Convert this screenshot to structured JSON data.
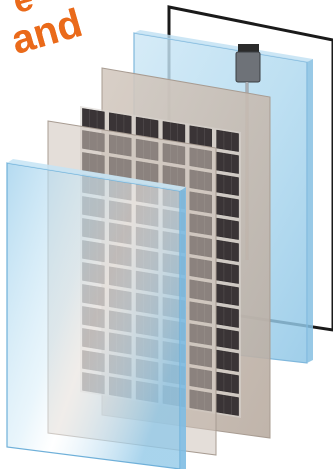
{
  "headline": {
    "line1": "e",
    "line2": "and",
    "color": "#ea6a1a"
  },
  "diagram": {
    "layers": [
      {
        "name": "rear-frame",
        "color": "#1a1a1a"
      },
      {
        "name": "back-glass",
        "color": "#a9d6ee"
      },
      {
        "name": "back-encapsulant",
        "color": "#c8bdb3"
      },
      {
        "name": "solar-cell-grid",
        "color": "#3a3436"
      },
      {
        "name": "front-encapsulant",
        "color": "#c8bdb3"
      },
      {
        "name": "front-glass",
        "color": "#a9d6ee"
      }
    ],
    "junction_box": {
      "name": "junction-box",
      "color": "#6e7278"
    },
    "cell_grid": {
      "columns": 6,
      "rows": 13
    }
  }
}
